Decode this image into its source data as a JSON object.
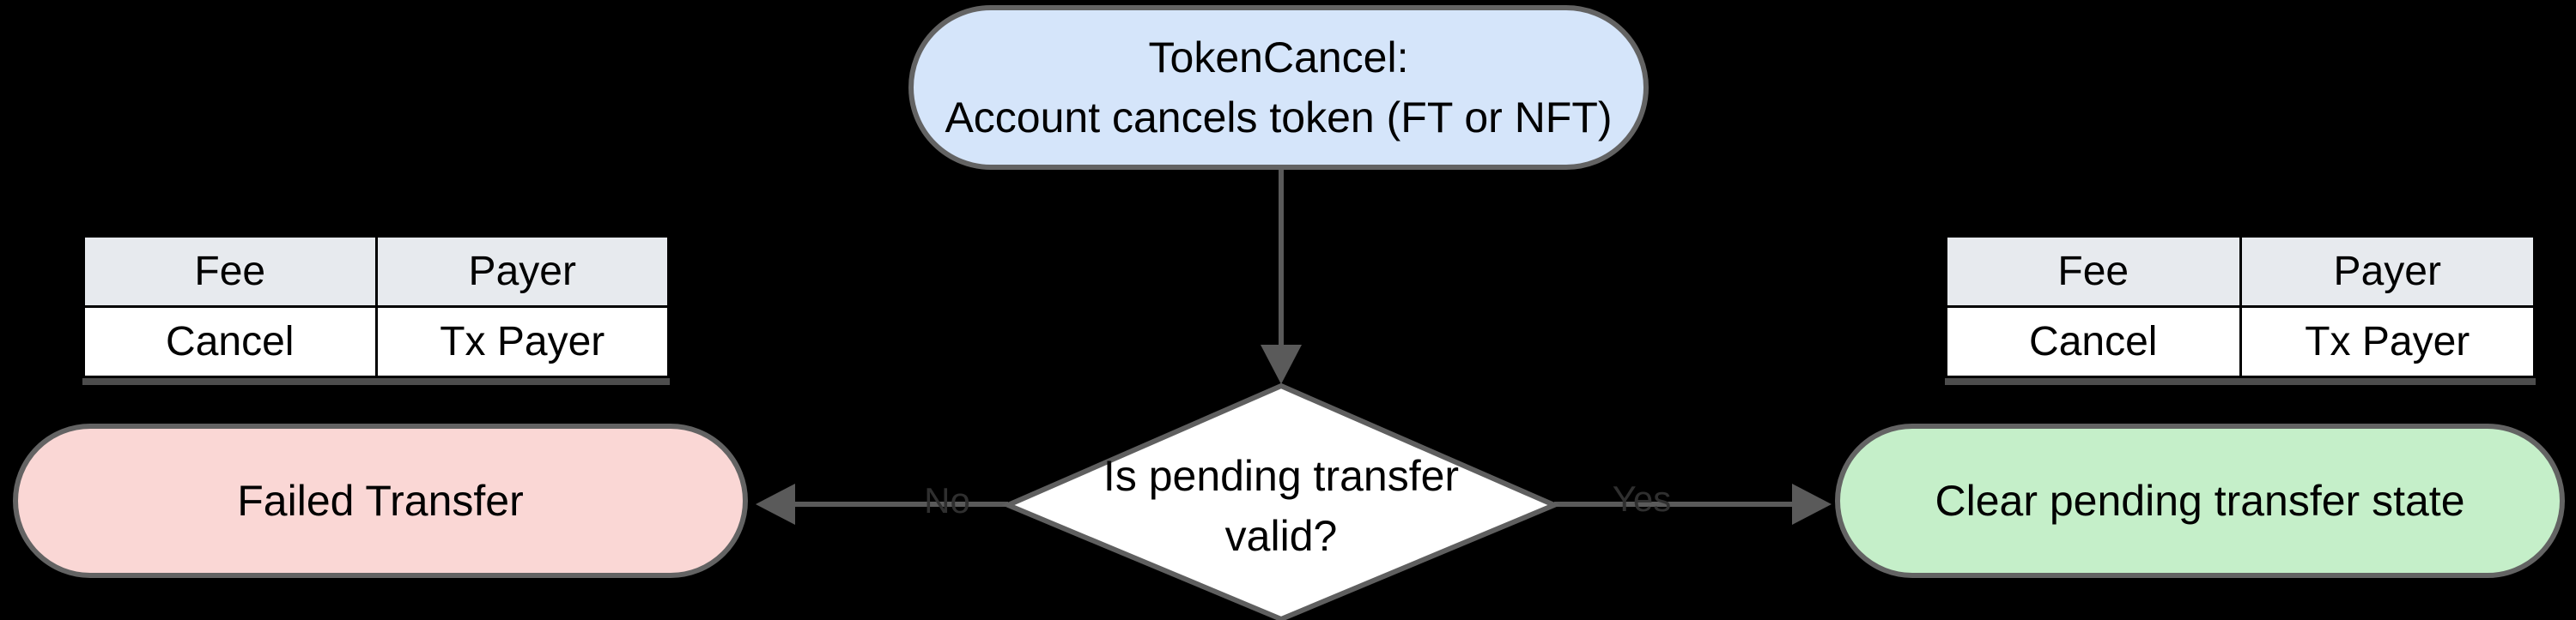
{
  "diagram": {
    "background": "#000000",
    "edge_color": "#5a5a5a",
    "node_border_color": "#636363",
    "nodes": {
      "start": {
        "lines": [
          "TokenCancel:",
          "Account cancels token (FT or NFT)"
        ],
        "fill": "#d5e5fa"
      },
      "decision": {
        "lines": [
          "Is pending transfer",
          "valid?"
        ],
        "fill": "#ffffff"
      },
      "failed": {
        "label": "Failed Transfer",
        "fill": "#fad7d5"
      },
      "clear_state": {
        "label": "Clear pending transfer state",
        "fill": "#c5efc9"
      }
    },
    "edge_labels": {
      "no": "No",
      "yes": "Yes"
    },
    "fee_table_left": {
      "headers": [
        "Fee",
        "Payer"
      ],
      "rows": [
        [
          "Cancel",
          "Tx Payer"
        ]
      ],
      "header_bg": "#e7eaee"
    },
    "fee_table_right": {
      "headers": [
        "Fee",
        "Payer"
      ],
      "rows": [
        [
          "Cancel",
          "Tx Payer"
        ]
      ],
      "header_bg": "#e7eaee"
    }
  }
}
